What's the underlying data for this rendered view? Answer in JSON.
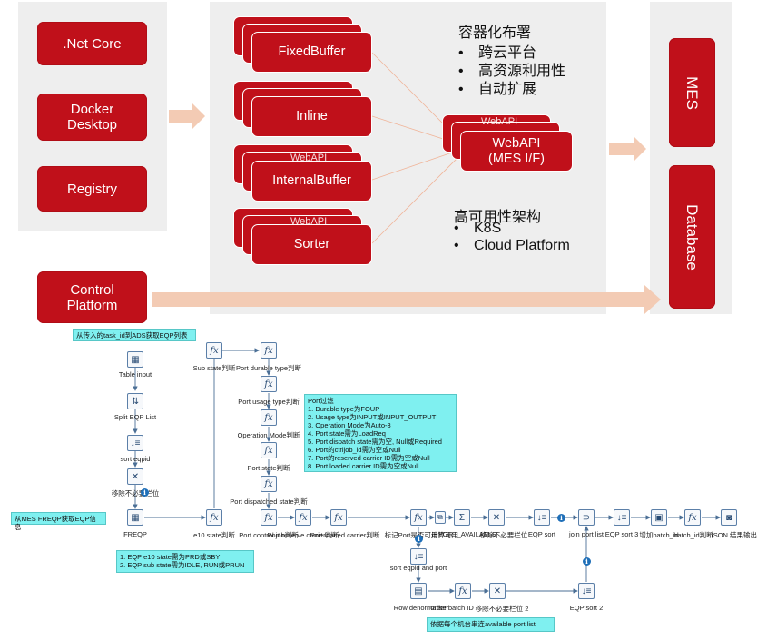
{
  "top": {
    "left_boxes": [
      ".Net Core",
      "Docker\nDesktop",
      "Registry"
    ],
    "control_platform": "Control\nPlatform",
    "service_stacks": [
      {
        "label": "FixedBuffer",
        "ghost": ""
      },
      {
        "label": "Inline",
        "ghost": ""
      },
      {
        "label": "InternalBuffer",
        "ghost": "WebAPI"
      },
      {
        "label": "Sorter",
        "ghost": "WebAPI"
      }
    ],
    "webapi": {
      "label": "WebAPI\n(MES I/F)",
      "ghost": "WebAPI"
    },
    "containerization": {
      "title": "容器化布署",
      "items": [
        "跨云平台",
        "高资源利用性",
        "自动扩展"
      ]
    },
    "high_availability": {
      "title": "高可用性架构",
      "items": [
        "K8S",
        "Cloud Platform"
      ]
    },
    "right_boxes": [
      "MES",
      "Database"
    ],
    "bullet_char": "•"
  },
  "flow": {
    "notes": {
      "task_id": "从传入的task_id到ADS获取EQP列表",
      "mes_freqp": "从MES FREQP获取EQP信息",
      "eqp_state": "1. EQP e10 state需为PRD或SBY\n2. EQP sub state需为IDLE, RUN或PRUN",
      "port_filter": "Port过滤\n1. Durable type为FOUP\n2. Usage type为INPUT或INPUT_OUTPUT\n3. Operation Mode为Auto-3\n4. Port state需为LoadReq\n5. Port dispatch state需为空, Null或Required\n6. Port的ctrljob_id需为空或Null\n7. Port的reserved carrier ID需为空或Null\n8. Port loaded carrier ID需为空或Null",
      "available_port": "依据每个机台串连available port list"
    },
    "nodes": {
      "table_input": "Table input",
      "split_eqp_list": "Split EQP List",
      "sort_eqpid": "sort eqpid",
      "remove_fields": "移除不必要栏位",
      "freqp": "FREQP",
      "e10_state": "e10 state判断",
      "sub_state": "Sub state判断",
      "port_durable": "Port durable type判断",
      "port_usage": "Port usage type判断",
      "operation_mode": "Operation Mode判断",
      "port_state": "Port state判断",
      "port_dispatched": "Port dispatched state判断",
      "port_control": "Port control job判断",
      "port_reserve": "Port reserve carrier判断",
      "port_loaded": "Port loaded carrier判断",
      "mark_port": "标记Port是否可用",
      "calc_available": "计算可用",
      "port_available": "PORT_AVAILABLE",
      "remove_fields_2": "移除不必要栏位",
      "eqp_sort": "EQP sort",
      "join_port_list": "join port list",
      "eqp_sort_3": "EQP sort 3",
      "add_batch_id": "增加batch_id",
      "batch_id_check": "batch_id判断",
      "json_output": "JSON 结果输出",
      "sort_eqpid_port": "sort eqpid and port",
      "row_denormaliser": "Row denormaliser",
      "order_batch_id": "order batch ID",
      "remove_fields_3": "移除不必要栏位 2",
      "eqp_sort_2": "EQP sort 2"
    }
  },
  "colors": {
    "red": "#c0101a",
    "panel": "#eeeeee",
    "arrow": "#f3cbb4",
    "note": "#7ff0f0",
    "flow_line": "#4b6f96"
  }
}
